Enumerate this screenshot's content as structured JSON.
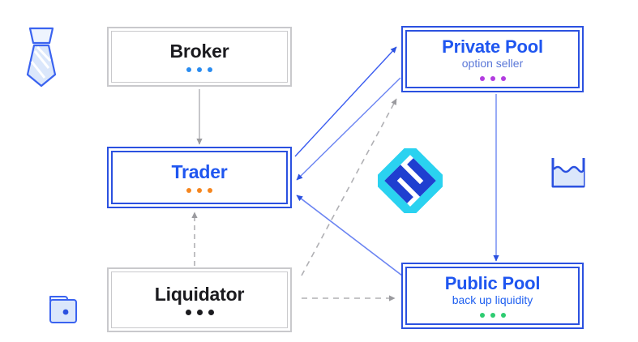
{
  "diagram": {
    "title": "Protocol participant flow diagram",
    "background": "#ffffff",
    "colors": {
      "gray_border": "#c9c9cc",
      "blue_border": "#2b51e0",
      "blue_text": "#1f56f0",
      "dark_text": "#1b1b1f",
      "blue_arrow": "#3a5cf0",
      "gray_arrow": "#9b9b9f",
      "orange_dot": "#f5861f",
      "blue_dot": "#2a8cf0",
      "black_dot": "#1b1b1f",
      "purple_dot": "#b23ce0",
      "green_dot": "#2ecc71",
      "logo_cyan": "#2ad2f0",
      "logo_blue": "#1f3fd0",
      "icon_blue": "#3a63f0",
      "icon_fill": "#dbe7fb"
    },
    "nodes": [
      {
        "id": "broker",
        "title": "Broker",
        "subtitle": "",
        "style": "gray",
        "title_color": "dark",
        "dot_color": "#2a8cf0",
        "dot_count": 3
      },
      {
        "id": "trader",
        "title": "Trader",
        "subtitle": "",
        "style": "blue",
        "title_color": "blue",
        "dot_color": "#f5861f",
        "dot_count": 3
      },
      {
        "id": "liquidator",
        "title": "Liquidator",
        "subtitle": "",
        "style": "gray",
        "title_color": "dark",
        "dot_color": "#1b1b1f",
        "dot_count": 3
      },
      {
        "id": "private-pool",
        "title": "Private Pool",
        "subtitle": "option seller",
        "style": "blue",
        "title_color": "blue",
        "dot_color": "#b23ce0",
        "dot_count": 3
      },
      {
        "id": "public-pool",
        "title": "Public Pool",
        "subtitle": "back up liquidity",
        "style": "blue",
        "title_color": "blue",
        "dot_color": "#2ecc71",
        "dot_count": 3
      }
    ],
    "icons": [
      {
        "id": "necktie-icon",
        "label": "necktie"
      },
      {
        "id": "wallet-icon",
        "label": "wallet"
      },
      {
        "id": "brand-logo-icon",
        "label": "S diamond logo"
      },
      {
        "id": "liquidity-tank-icon",
        "label": "liquidity tank"
      }
    ],
    "edges": [
      {
        "id": "broker-to-trader",
        "from": "broker",
        "to": "trader",
        "style": "solid",
        "color": "gray"
      },
      {
        "id": "liquidator-to-trader",
        "from": "liquidator",
        "to": "trader",
        "style": "dashed",
        "color": "gray"
      },
      {
        "id": "trader-to-private-pool",
        "from": "trader",
        "to": "private-pool",
        "style": "solid",
        "color": "blue"
      },
      {
        "id": "private-pool-to-trader",
        "from": "private-pool",
        "to": "trader",
        "style": "solid",
        "color": "blue"
      },
      {
        "id": "liquidator-to-private-pool",
        "from": "liquidator",
        "to": "private-pool",
        "style": "dashed",
        "color": "gray"
      },
      {
        "id": "liquidator-to-public-pool",
        "from": "liquidator",
        "to": "public-pool",
        "style": "dashed",
        "color": "gray"
      },
      {
        "id": "public-pool-to-trader",
        "from": "public-pool",
        "to": "trader",
        "style": "solid",
        "color": "blue"
      },
      {
        "id": "private-pool-to-public-pool",
        "from": "private-pool",
        "to": "public-pool",
        "style": "solid",
        "color": "blue"
      }
    ]
  }
}
